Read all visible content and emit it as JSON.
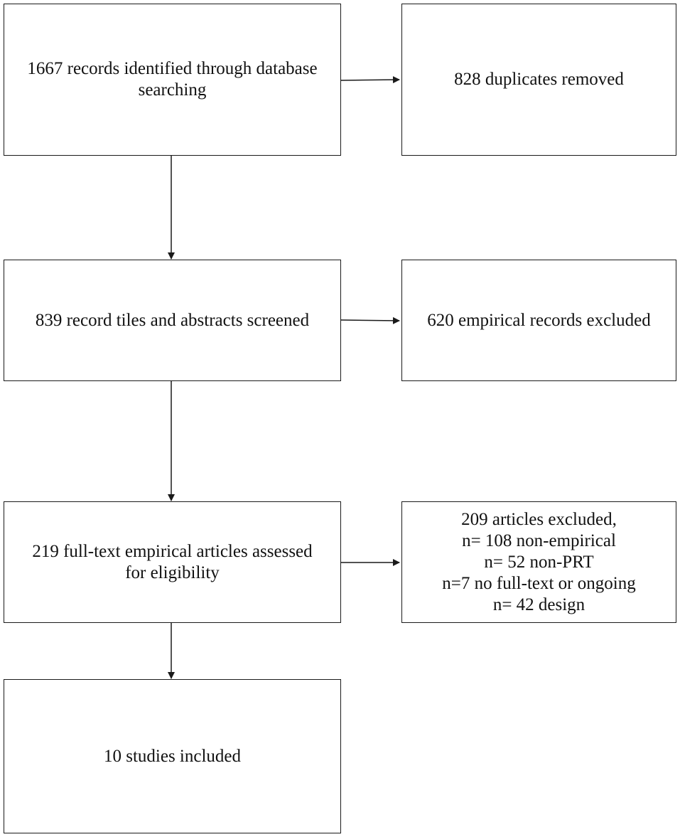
{
  "nodes": {
    "identified": {
      "lines": [
        "1667 records identified through database",
        "searching"
      ]
    },
    "duplicates": {
      "lines": [
        "828 duplicates removed"
      ]
    },
    "screened": {
      "lines": [
        "839 record tiles and abstracts screened"
      ]
    },
    "excluded_screen": {
      "lines": [
        "620 empirical records excluded"
      ]
    },
    "fulltext": {
      "lines": [
        "219 full-text empirical articles assessed",
        "for eligibility"
      ]
    },
    "excluded_fulltext": {
      "lines": [
        "209 articles excluded,",
        "n= 108 non-empirical",
        "n= 52 non-PRT",
        "n=7 no full-text or ongoing",
        "n= 42 design"
      ]
    },
    "included": {
      "lines": [
        "10 studies included"
      ]
    }
  },
  "edges": [
    {
      "from": "identified",
      "to": "duplicates"
    },
    {
      "from": "identified",
      "to": "screened"
    },
    {
      "from": "screened",
      "to": "excluded_screen"
    },
    {
      "from": "screened",
      "to": "fulltext"
    },
    {
      "from": "fulltext",
      "to": "excluded_fulltext"
    },
    {
      "from": "fulltext",
      "to": "included"
    }
  ],
  "colors": {
    "stroke": "#1a1a1a",
    "background": "#ffffff"
  }
}
